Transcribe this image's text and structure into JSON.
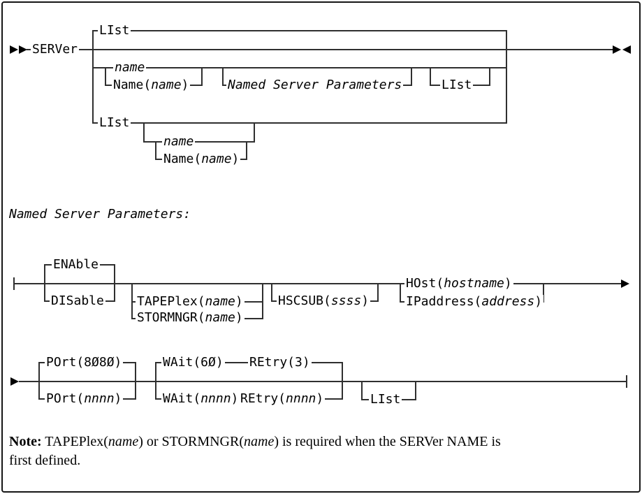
{
  "diagram1": {
    "keyword": "SERVer",
    "list_default": "LIst",
    "name_var": "name",
    "name_kw": {
      "pre": "Name(",
      "var": "name",
      "post": ")"
    },
    "fragment_ref": "Named Server Parameters",
    "list_opt": "LIst",
    "list_branch": "LIst",
    "name_var2": "name",
    "name_kw2": {
      "pre": "Name(",
      "var": "name",
      "post": ")"
    }
  },
  "fragment_heading": "Named Server Parameters:",
  "diagram2": {
    "enable": "ENAble",
    "disable": "DISable",
    "tapeplex": {
      "pre": "TAPEPlex(",
      "var": "name",
      "post": ")"
    },
    "stormngr": {
      "pre": "STORMNGR(",
      "var": "name",
      "post": ")"
    },
    "hscsub": {
      "pre": "HSCSUB(",
      "var": "ssss",
      "post": ")"
    },
    "host": {
      "pre": "HOst(",
      "var": "hostname",
      "post": ")"
    },
    "ipaddress": {
      "pre": "IPaddress(",
      "var": "address",
      "post": ")"
    }
  },
  "diagram3": {
    "port_default": "POrt(8Ø8Ø)",
    "port": {
      "pre": "POrt(",
      "var": "nnnn",
      "post": ")"
    },
    "wait_default": "WAit(6Ø)",
    "retry_default": "REtry(3)",
    "wait": {
      "pre": "WAit(",
      "var": "nnnn",
      "post": ")"
    },
    "retry": {
      "pre": "REtry(",
      "var": "nnnn",
      "post": ")"
    },
    "list_opt": "LIst"
  },
  "note": {
    "label": "Note:",
    "t1": " TAPEPlex(",
    "v1": "name",
    "t2": ") or STORMNGR(",
    "v2": "name",
    "t3": ") is required when the SERVer NAME is",
    "line2": "first defined."
  }
}
